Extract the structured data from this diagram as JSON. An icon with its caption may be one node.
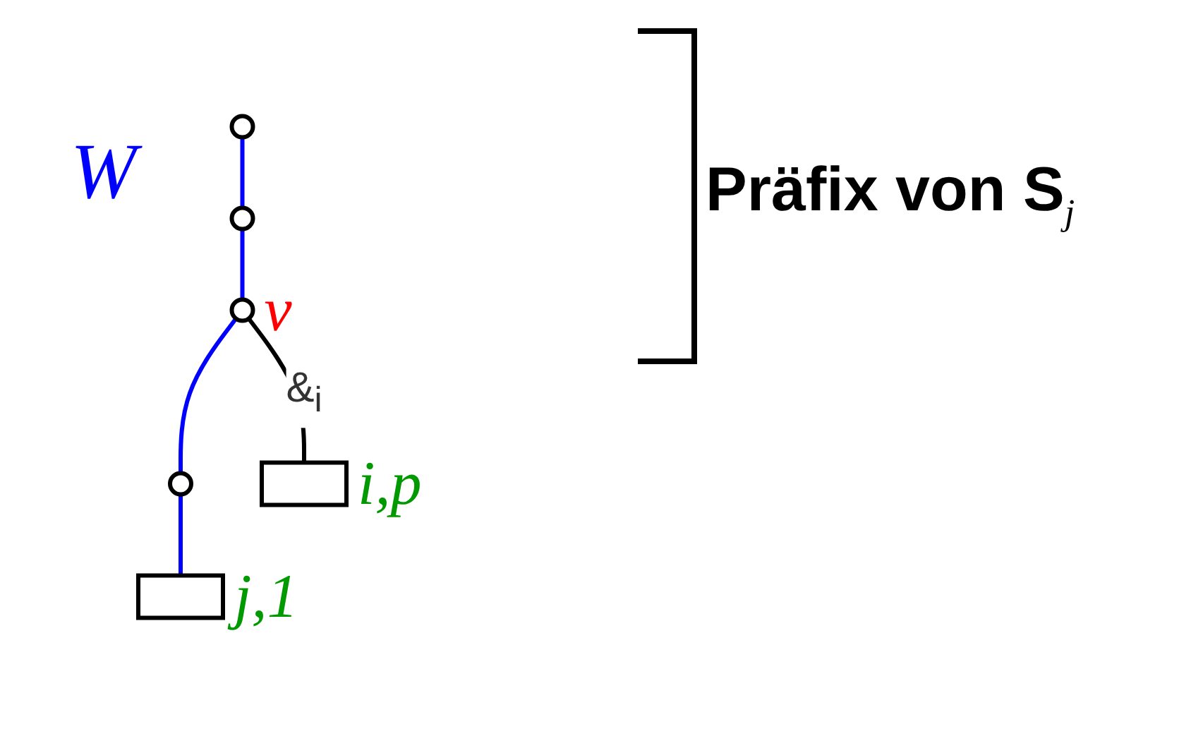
{
  "diagram": {
    "nodes": [
      {
        "text": [],
        "shape": "circle"
      },
      {
        "text": [],
        "shape": "circle"
      },
      {
        "text": [],
        "shape": "circle",
        "beside": [
          "v"
        ]
      },
      {
        "text": [],
        "shape": "circle"
      },
      {
        "text": [],
        "shape": "box",
        "beside": [
          "i,p"
        ]
      },
      {
        "text": [],
        "shape": "box",
        "beside": [
          "j,1"
        ]
      }
    ],
    "edges": [
      {
        "from": 0,
        "to": 1,
        "arrow": "none"
      },
      {
        "from": 1,
        "to": 2,
        "arrow": "none"
      },
      {
        "from": 2,
        "to": 4,
        "arrow": "none",
        "label": "&$_{i}$",
        "color": "#000000"
      },
      {
        "from": 2,
        "to": 3,
        "arrow": "none"
      },
      {
        "from": 3,
        "to": 5,
        "arrow": "none"
      }
    ],
    "labels": [
      "W",
      "Präfix von S$_{j}$"
    ]
  }
}
